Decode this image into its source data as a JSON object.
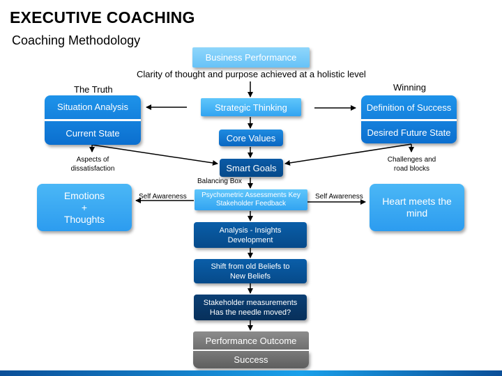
{
  "header": {
    "title": "EXECUTIVE COACHING",
    "subtitle": "Coaching Methodology"
  },
  "captions": {
    "clarity": "Clarity of thought and purpose achieved at a holistic level",
    "the_truth": "The Truth",
    "winning": "Winning",
    "aspects_line1": "Aspects of",
    "aspects_line2": "dissatisfaction",
    "challenges_line1": "Challenges and",
    "challenges_line2": "road blocks",
    "balancing_box": "Balancing Box",
    "self_awareness_left": "Self Awareness",
    "self_awareness_right": "Self Awareness"
  },
  "boxes": {
    "business_performance": "Business Performance",
    "strategic_thinking": "Strategic Thinking",
    "situation_analysis": "Situation Analysis",
    "current_state": "Current State",
    "definition_of_success": "Definition of Success",
    "desired_future_state": "Desired Future State",
    "core_values": "Core Values",
    "smart_goals": "Smart Goals",
    "psychometric_line1": "Psychometric Assessments Key",
    "psychometric_line2": "Stakeholder Feedback",
    "emotions_line1": "Emotions",
    "emotions_line2": "+",
    "emotions_line3": "Thoughts",
    "heart_line1": "Heart meets the",
    "heart_line2": "mind",
    "analysis_line1": "Analysis - Insights",
    "analysis_line2": "Development",
    "shift_line1": "Shift from old Beliefs to",
    "shift_line2": "New Beliefs",
    "stakeholder_line1": "Stakeholder measurements",
    "stakeholder_line2": "Has the needle moved?",
    "performance_outcome": "Performance Outcome",
    "success": "Success"
  },
  "colors": {
    "light_blue": "#3fb0f5",
    "mid_blue": "#0a67c2",
    "dark_blue": "#064a8a",
    "navy": "#07305b",
    "grey": "#6f6f6f",
    "accent_bar": "#1aa0ea"
  }
}
